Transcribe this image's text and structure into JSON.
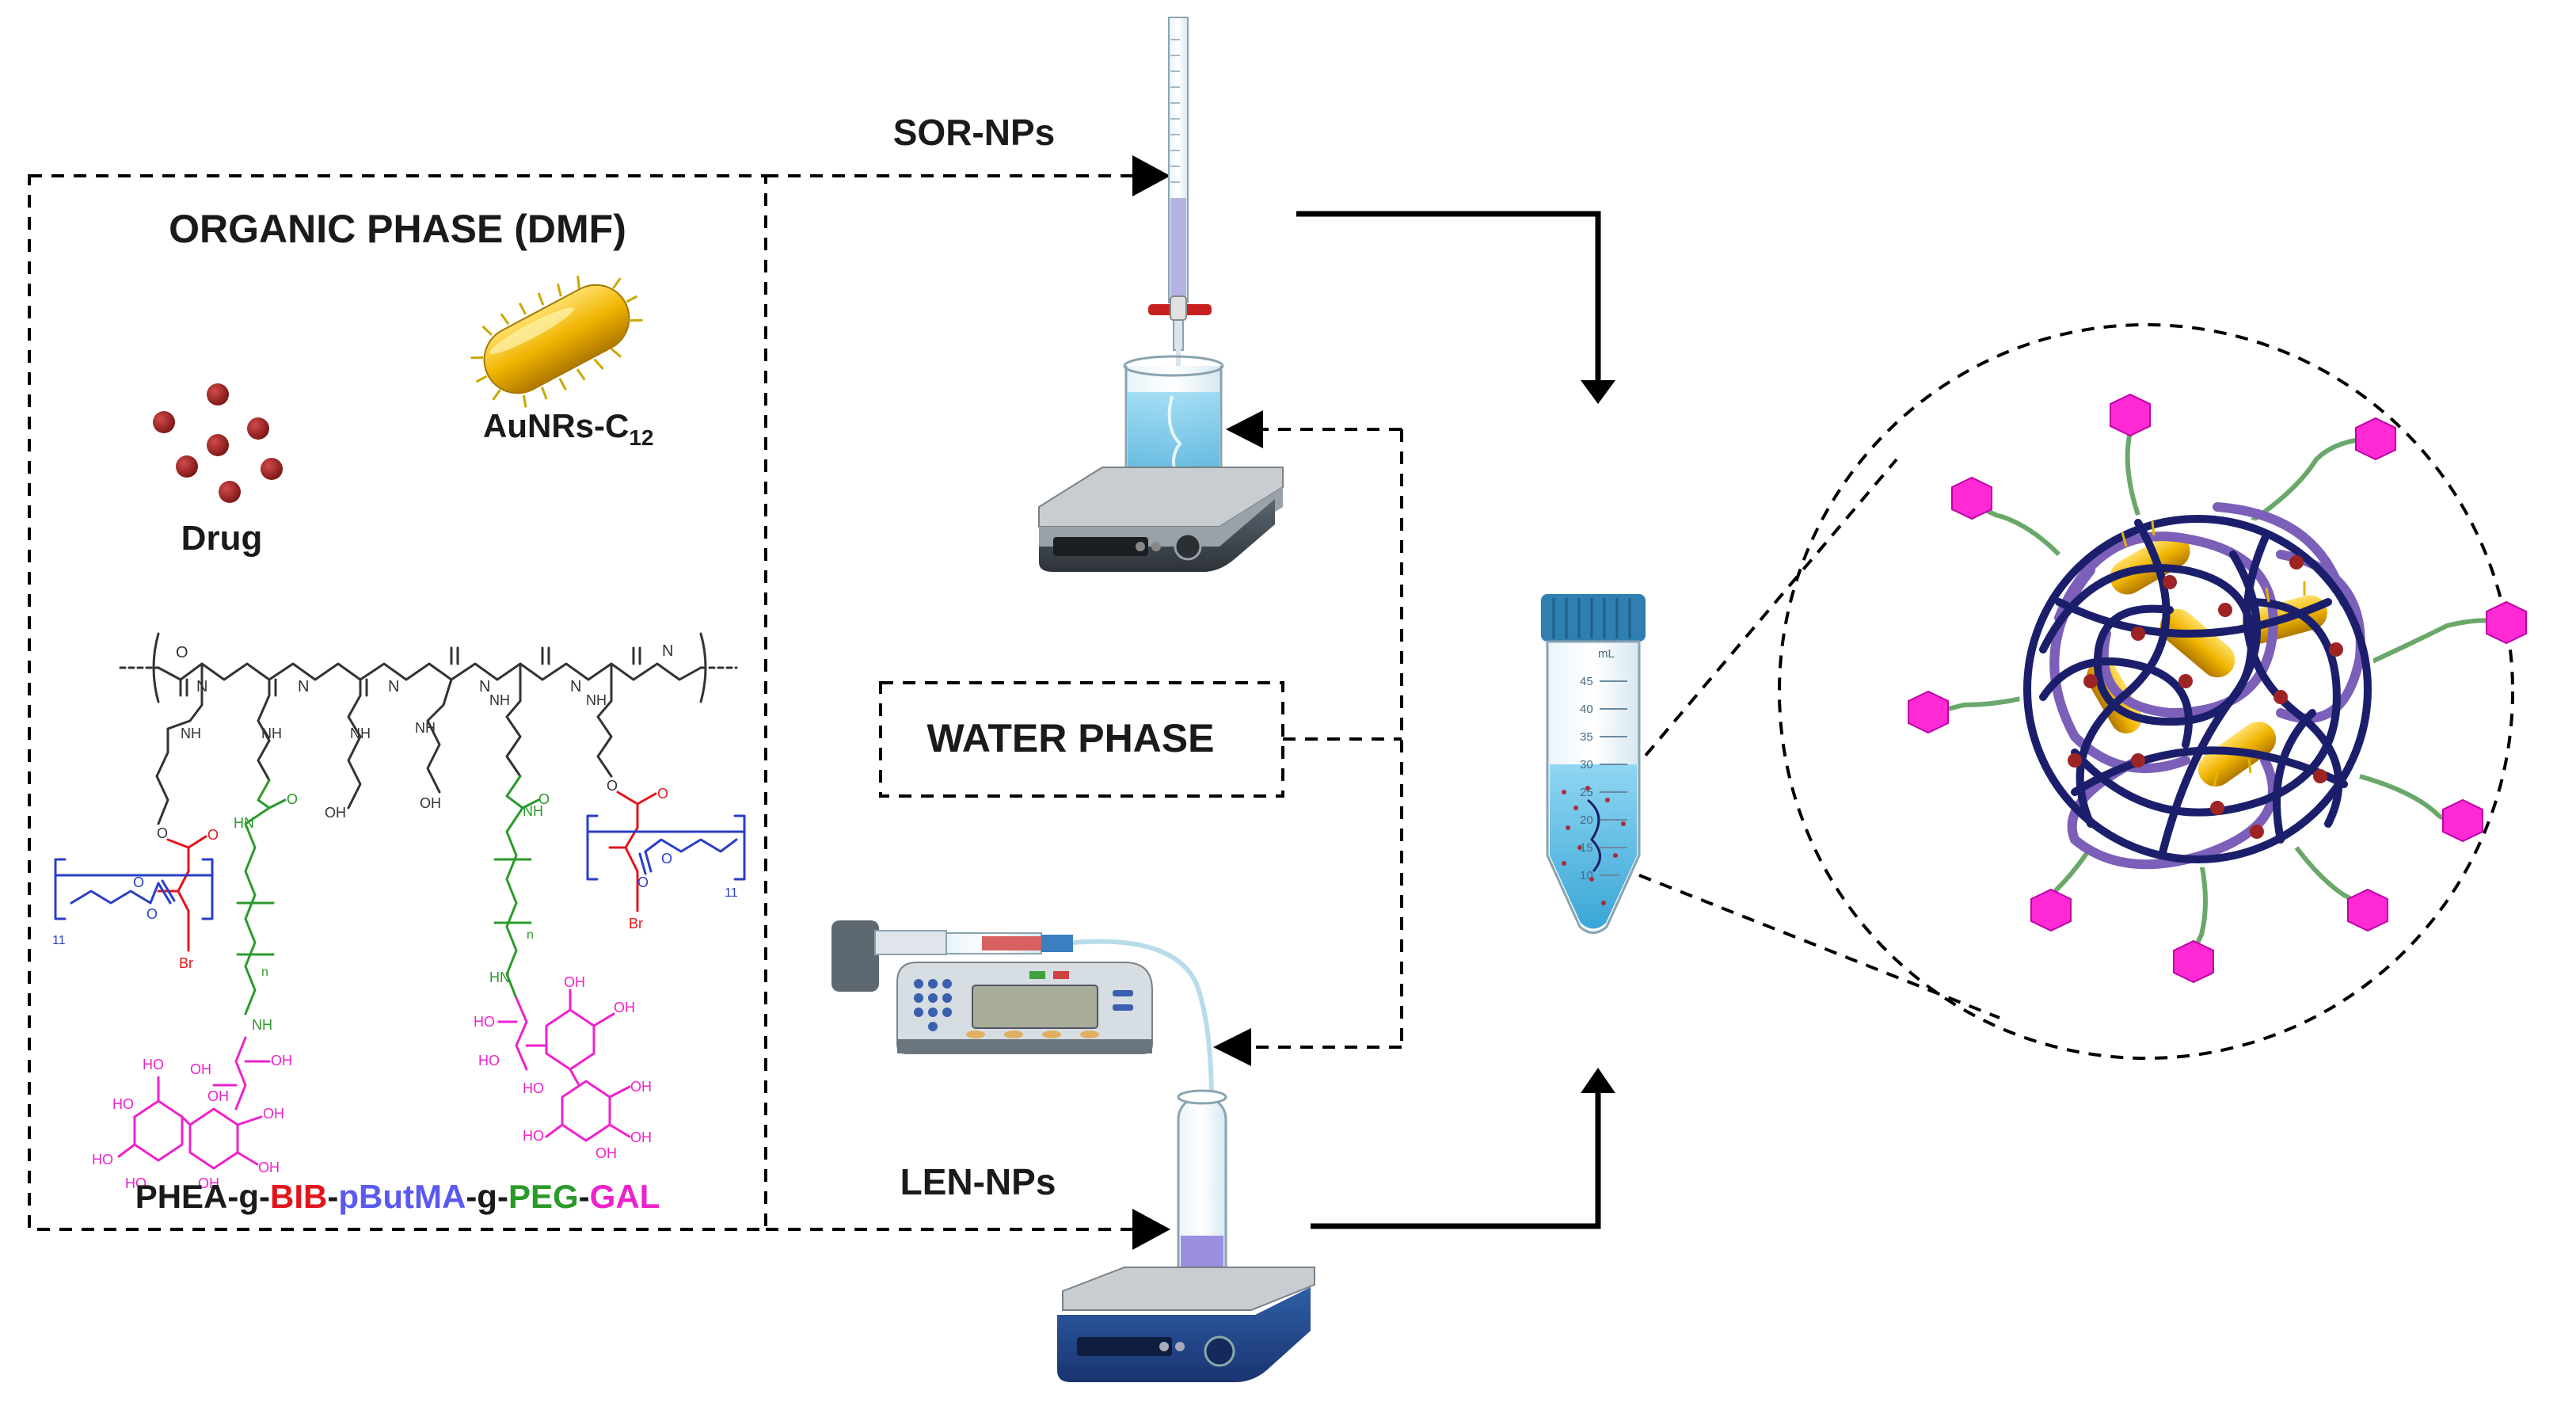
{
  "labels": {
    "organic_phase": "ORGANIC PHASE (DMF)",
    "aunrs_main": "AuNRs-C",
    "aunrs_sub": "12",
    "drug": "Drug",
    "water_phase": "WATER PHASE",
    "sor_nps": "SOR-NPs",
    "len_nps": "LEN-NPs"
  },
  "polymer_name": [
    {
      "text": "PHEA-g-",
      "color": "#1a1a1a"
    },
    {
      "text": "BIB",
      "color": "#e3141b"
    },
    {
      "text": "-",
      "color": "#1a1a1a"
    },
    {
      "text": "pButMA",
      "color": "#5a5af0"
    },
    {
      "text": "-g-",
      "color": "#1a1a1a"
    },
    {
      "text": "PEG",
      "color": "#2a9a2a"
    },
    {
      "text": "-",
      "color": "#1a1a1a"
    },
    {
      "text": "GAL",
      "color": "#ee22cc"
    }
  ],
  "structure_atoms": {
    "o": "O",
    "nh": "NH",
    "hn": "HN",
    "n": "N",
    "oh": "OH",
    "ho": "HO",
    "br": "Br",
    "n_small": "n",
    "eleven": "11"
  },
  "tube_scale": [
    "mL",
    "45",
    "40",
    "35",
    "30",
    "25",
    "20",
    "15",
    "10"
  ],
  "colors": {
    "bib": "#e3141b",
    "pbutma": "#5a5af0",
    "peg": "#2a9a2a",
    "gal": "#ee22cc",
    "gold": "#f0b400",
    "drug": "#9e2424",
    "polymer_dark": "#1b1f6b",
    "polymer_light": "#7b5fb8",
    "water": "#5ec3e8",
    "tube_cap": "#2f7fb0"
  }
}
